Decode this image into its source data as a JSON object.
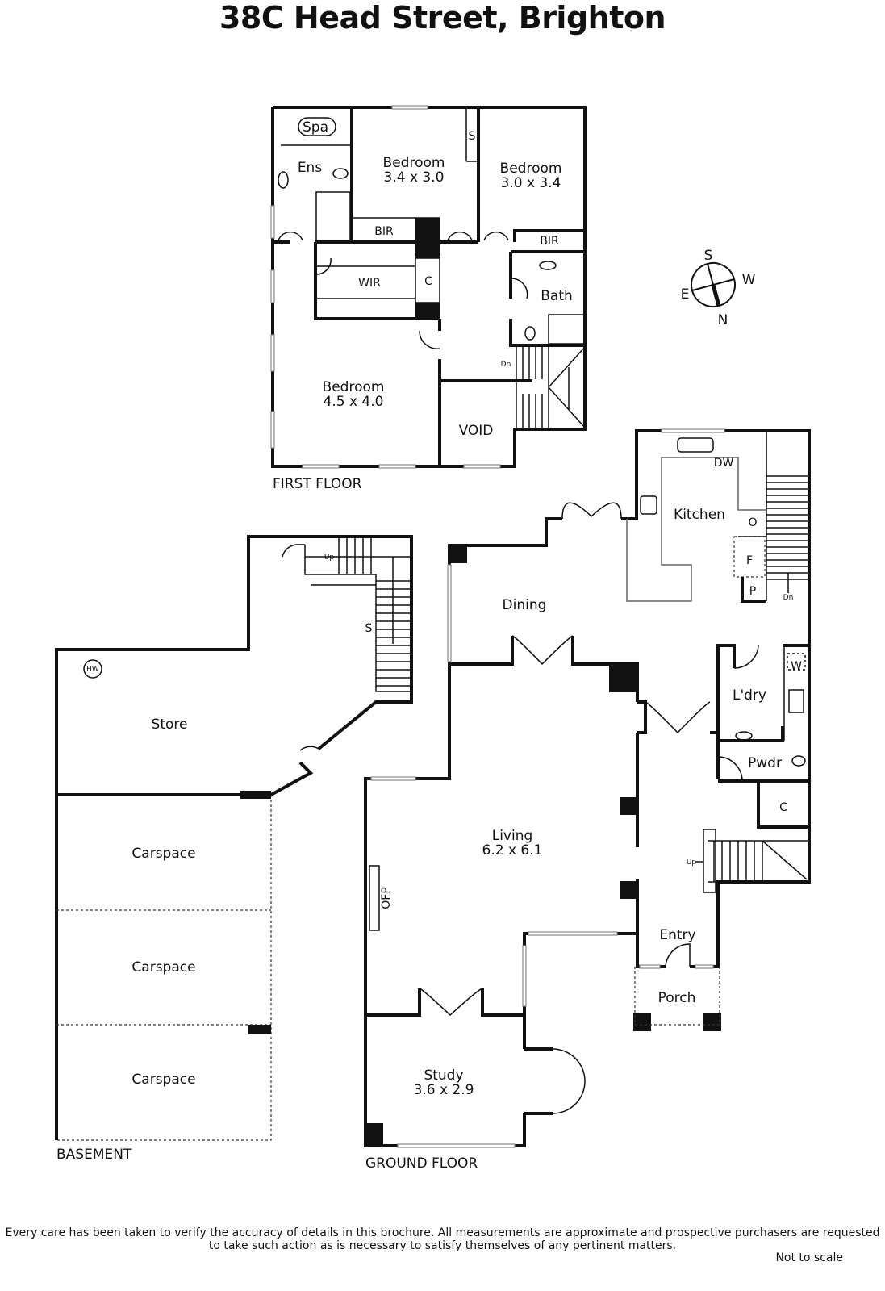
{
  "title": "38C Head Street, Brighton",
  "floors": {
    "first": "FIRST FLOOR",
    "ground": "GROUND FLOOR",
    "basement": "BASEMENT"
  },
  "rooms": {
    "spa": "Spa",
    "ens": "Ens",
    "bed2_name": "Bedroom",
    "bed2_dim": "3.4 x 3.0",
    "bed3_name": "Bedroom",
    "bed3_dim": "3.0 x 3.4",
    "s": "S",
    "bir1": "BIR",
    "bir2": "BIR",
    "wir": "WIR",
    "c1": "C",
    "bath": "Bath",
    "dn1": "Dn",
    "bed1_name": "Bedroom",
    "bed1_dim": "4.5 x 4.0",
    "void": "VOID",
    "kitchen": "Kitchen",
    "dw": "DW",
    "o": "O",
    "f": "F",
    "p": "P",
    "dn2": "Dn",
    "dining": "Dining",
    "laundry": "L'dry",
    "w": "W",
    "pwdr": "Pwdr",
    "c2": "C",
    "up1": "Up",
    "living_name": "Living",
    "living_dim": "6.2 x 6.1",
    "ofp": "OFP",
    "entry": "Entry",
    "porch": "Porch",
    "study_name": "Study",
    "study_dim": "3.6 x 2.9",
    "store": "Store",
    "hw": "HW",
    "up2": "Up",
    "s2": "S",
    "car1": "Carspace",
    "car2": "Carspace",
    "car3": "Carspace"
  },
  "compass": {
    "n": "N",
    "s": "S",
    "e": "E",
    "w": "W"
  },
  "disclaimer": "Every care has been taken to verify the accuracy of details in this brochure.  All measurements are approximate and prospective purchasers are requested to take such action as is necessary to satisfy themselves of any pertinent matters.",
  "not_to_scale": "Not to scale"
}
